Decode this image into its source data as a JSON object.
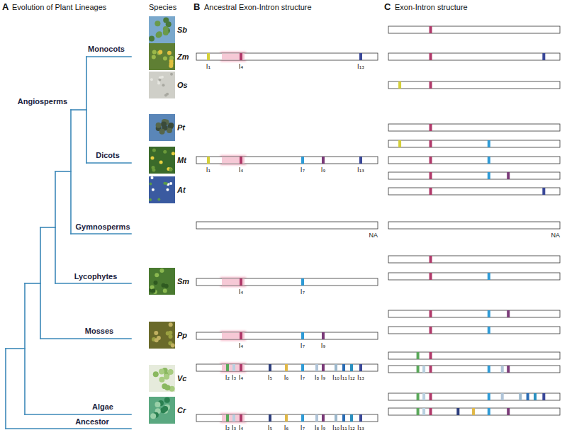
{
  "diagram": {
    "labels": [
      "A",
      "Evolution of Plant Lineages",
      "Species",
      "B",
      "Ancestral Exon-Intron structure",
      "C",
      "Exon-Intron structure",
      "Sb",
      "Monocots",
      "Zm",
      "Os",
      "Angiosperms",
      "Pt",
      "Dicots",
      "Mt",
      "At",
      "Gymnosperms",
      "Lycophytes",
      "Sm",
      "Mosses",
      "Pp",
      "Vc",
      "Algae",
      "Cr",
      "Ancestor",
      "I₁",
      "I₄",
      "I₁₃",
      "I₁",
      "I₄",
      "I₇",
      "I₉",
      "I₁₃",
      "I₄",
      "I₇",
      "I₄",
      "I₇",
      "I₉",
      "I₂",
      "I₃",
      "I₄",
      "I₅",
      "I₆",
      "I₇",
      "I₈",
      "I₉",
      "I₁₀",
      "I₁₁",
      "I₁₂",
      "I₁₃",
      "I₂",
      "I₃",
      "I₄",
      "I₅",
      "I₆",
      "I₇",
      "I₈",
      "I₉",
      "I₁₀",
      "I₁₁",
      "I₁₂",
      "I₁₃",
      "NA",
      "NA"
    ]
  }
}
